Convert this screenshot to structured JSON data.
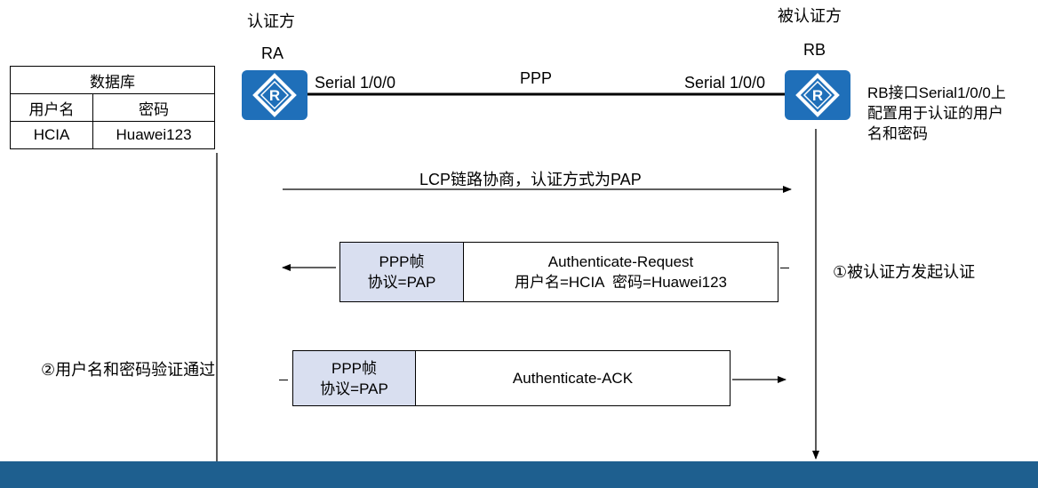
{
  "ra": {
    "role": "认证方",
    "name": "RA",
    "interface": "Serial 1/0/0"
  },
  "rb": {
    "role": "被认证方",
    "name": "RB",
    "interface": "Serial 1/0/0",
    "note": [
      "RB接口Serial1/0/0上",
      "配置用于认证的用户",
      "名和密码"
    ]
  },
  "link_label": "PPP",
  "database": {
    "title": "数据库",
    "headers": [
      "用户名",
      "密码"
    ],
    "rows": [
      [
        "HCIA",
        "Huawei123"
      ]
    ]
  },
  "lcp_label": "LCP链路协商，认证方式为PAP",
  "request_frame": {
    "header": [
      "PPP帧",
      "协议=PAP"
    ],
    "body": [
      "Authenticate-Request",
      "用户名=HCIA  密码=Huawei123"
    ]
  },
  "ack_frame": {
    "header": [
      "PPP帧",
      "协议=PAP"
    ],
    "body": [
      "Authenticate-ACK"
    ]
  },
  "step1": "①被认证方发起认证",
  "step2": "②用户名和密码验证通过",
  "colors": {
    "router": "#1f6fb9",
    "frame_header": "#d9dff0",
    "footer": "#1e5f8f"
  }
}
